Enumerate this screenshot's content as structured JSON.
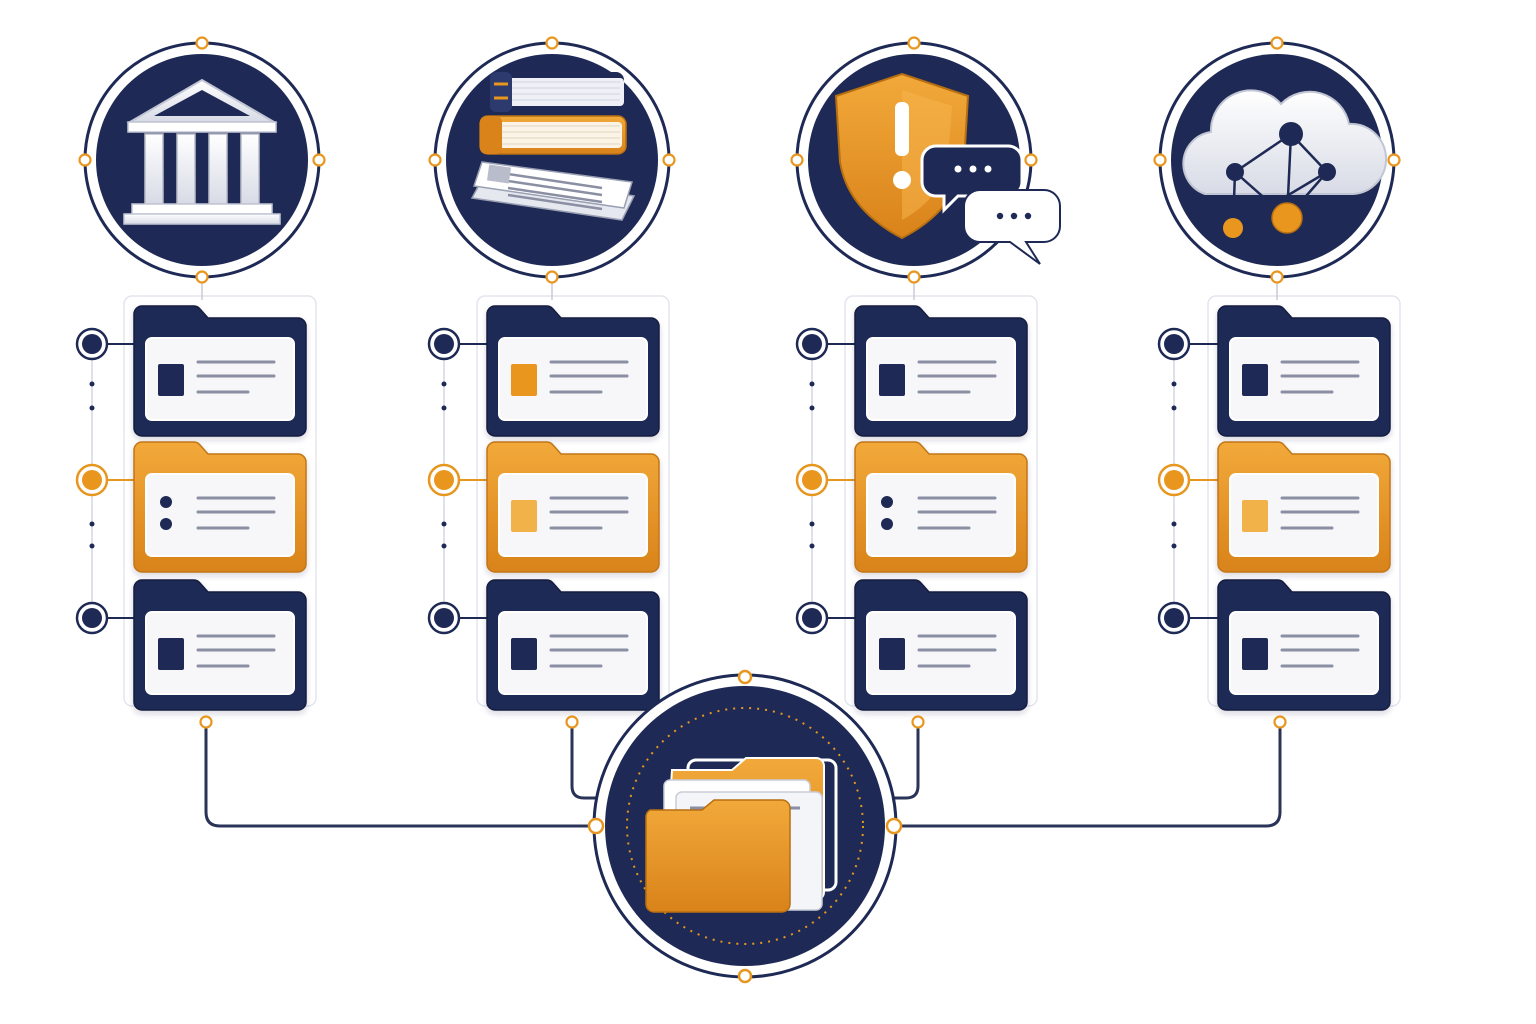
{
  "colors": {
    "navy": "#1e2a55",
    "orange": "#e8961e",
    "orange_light": "#f2b24a",
    "card": "#f7f7fa",
    "line": "#2a3358",
    "bg": "#ffffff"
  },
  "columns": [
    {
      "id": "institution",
      "icon": "institution-building-icon",
      "folders": [
        {
          "color": "navy",
          "marker": "navy-square"
        },
        {
          "color": "orange",
          "marker": "bullet-dots"
        },
        {
          "color": "navy",
          "marker": "navy-square"
        }
      ]
    },
    {
      "id": "records",
      "icon": "books-and-papers-icon",
      "folders": [
        {
          "color": "navy",
          "marker": "orange-square"
        },
        {
          "color": "orange",
          "marker": "light-orange-square"
        },
        {
          "color": "navy",
          "marker": "navy-square"
        }
      ]
    },
    {
      "id": "compliance",
      "icon": "shield-alert-chat-icon",
      "folders": [
        {
          "color": "navy",
          "marker": "navy-square"
        },
        {
          "color": "orange",
          "marker": "bullet-dots"
        },
        {
          "color": "navy",
          "marker": "navy-square"
        }
      ]
    },
    {
      "id": "cloud",
      "icon": "cloud-network-icon",
      "folders": [
        {
          "color": "navy",
          "marker": "navy-square"
        },
        {
          "color": "orange",
          "marker": "light-orange-square"
        },
        {
          "color": "navy",
          "marker": "navy-square"
        }
      ]
    }
  ],
  "hub": {
    "icon": "central-folder-stack-icon"
  }
}
